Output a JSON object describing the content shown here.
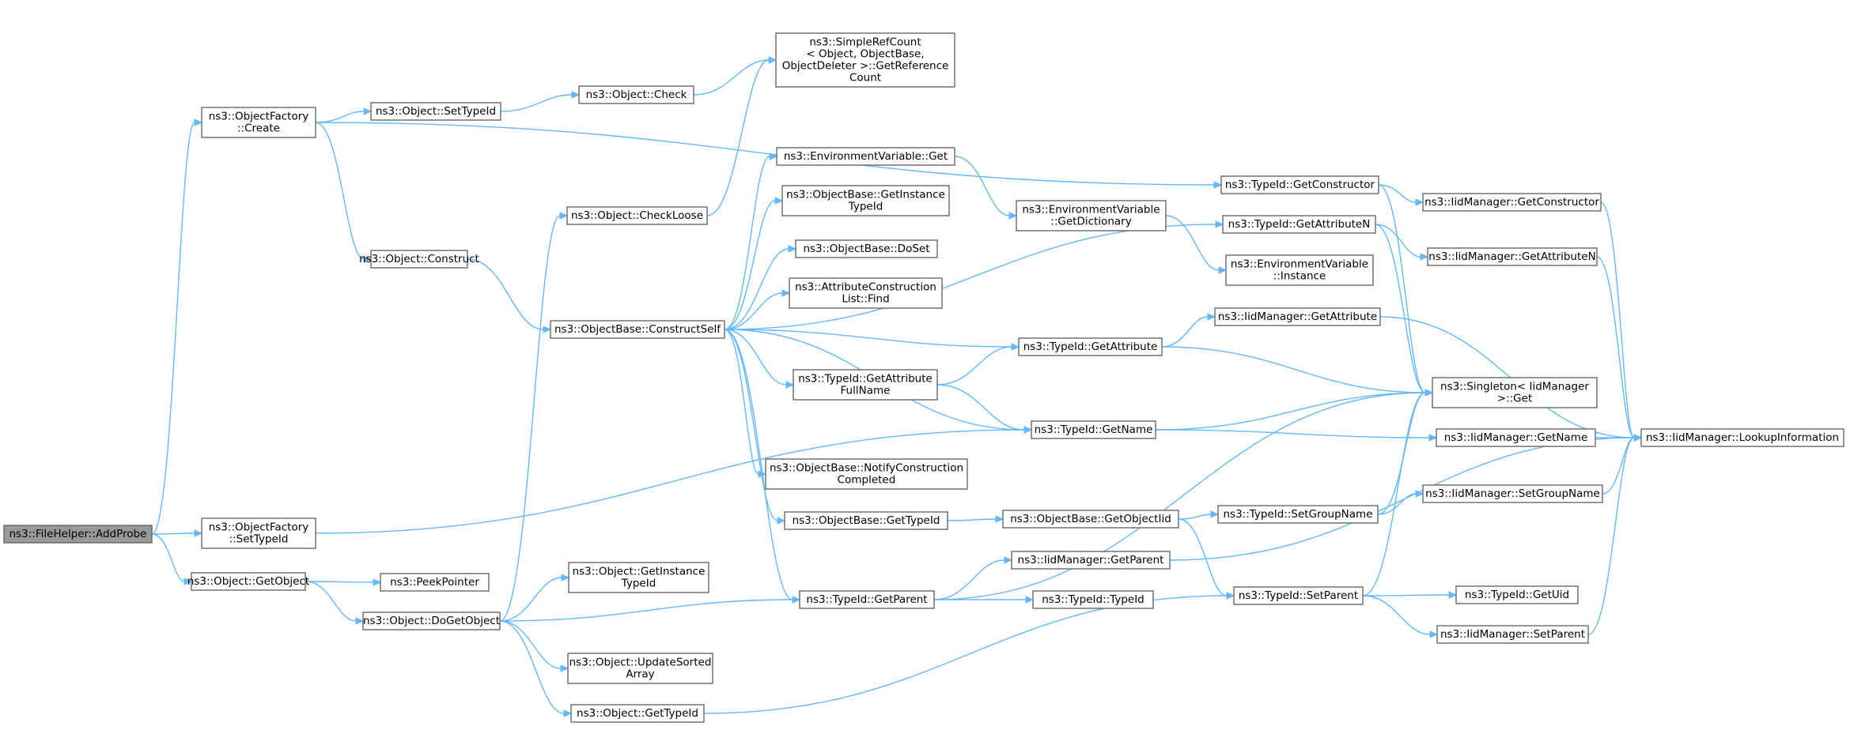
{
  "diagram": {
    "type": "call-graph",
    "colors": {
      "edge": "#63b8ff",
      "node_border": "#666666",
      "node_fill": "#ffffff",
      "root_fill": "#999999"
    },
    "nodes": [
      {
        "id": "addprobe",
        "lines": [
          "ns3::FileHelper::AddProbe"
        ],
        "root": true
      },
      {
        "id": "of_create",
        "lines": [
          "ns3::ObjectFactory",
          "::Create"
        ]
      },
      {
        "id": "of_settypeid",
        "lines": [
          "ns3::ObjectFactory",
          "::SetTypeId"
        ]
      },
      {
        "id": "obj_getobject",
        "lines": [
          "ns3::Object::GetObject"
        ]
      },
      {
        "id": "obj_settypeid",
        "lines": [
          "ns3::Object::SetTypeId"
        ]
      },
      {
        "id": "obj_construct",
        "lines": [
          "ns3::Object::Construct"
        ]
      },
      {
        "id": "peekpointer",
        "lines": [
          "ns3::PeekPointer"
        ]
      },
      {
        "id": "obj_dogetobject",
        "lines": [
          "ns3::Object::DoGetObject"
        ]
      },
      {
        "id": "obj_check",
        "lines": [
          "ns3::Object::Check"
        ]
      },
      {
        "id": "obj_checkloose",
        "lines": [
          "ns3::Object::CheckLoose"
        ]
      },
      {
        "id": "ob_constructself",
        "lines": [
          "ns3::ObjectBase::ConstructSelf"
        ]
      },
      {
        "id": "obj_getinstancetypeid",
        "lines": [
          "ns3::Object::GetInstance",
          "TypeId"
        ]
      },
      {
        "id": "obj_updatesortedarray",
        "lines": [
          "ns3::Object::UpdateSorted",
          "Array"
        ]
      },
      {
        "id": "obj_gettypeid",
        "lines": [
          "ns3::Object::GetTypeId"
        ]
      },
      {
        "id": "simplerefcount",
        "lines": [
          "ns3::SimpleRefCount",
          "< Object, ObjectBase,",
          "ObjectDeleter >::GetReference",
          "Count"
        ]
      },
      {
        "id": "envvar_get",
        "lines": [
          "ns3::EnvironmentVariable::Get"
        ]
      },
      {
        "id": "ob_getinstancetypeid",
        "lines": [
          "ns3::ObjectBase::GetInstance",
          "TypeId"
        ]
      },
      {
        "id": "ob_doset",
        "lines": [
          "ns3::ObjectBase::DoSet"
        ]
      },
      {
        "id": "acl_find",
        "lines": [
          "ns3::AttributeConstruction",
          "List::Find"
        ]
      },
      {
        "id": "tid_getattributefullname",
        "lines": [
          "ns3::TypeId::GetAttribute",
          "FullName"
        ]
      },
      {
        "id": "ob_notifyconstructioncompleted",
        "lines": [
          "ns3::ObjectBase::NotifyConstruction",
          "Completed"
        ]
      },
      {
        "id": "ob_gettypeid",
        "lines": [
          "ns3::ObjectBase::GetTypeId"
        ]
      },
      {
        "id": "tid_getparent",
        "lines": [
          "ns3::TypeId::GetParent"
        ]
      },
      {
        "id": "envvar_getdictionary",
        "lines": [
          "ns3::EnvironmentVariable",
          "::GetDictionary"
        ]
      },
      {
        "id": "tid_getattribute",
        "lines": [
          "ns3::TypeId::GetAttribute"
        ]
      },
      {
        "id": "tid_getname",
        "lines": [
          "ns3::TypeId::GetName"
        ]
      },
      {
        "id": "ob_getobjectiid",
        "lines": [
          "ns3::ObjectBase::GetObjectIid"
        ]
      },
      {
        "id": "iid_getparent",
        "lines": [
          "ns3::IidManager::GetParent"
        ]
      },
      {
        "id": "tid_typeid",
        "lines": [
          "ns3::TypeId::TypeId"
        ]
      },
      {
        "id": "tid_getconstructor",
        "lines": [
          "ns3::TypeId::GetConstructor"
        ]
      },
      {
        "id": "tid_getattributen",
        "lines": [
          "ns3::TypeId::GetAttributeN"
        ]
      },
      {
        "id": "envvar_instance",
        "lines": [
          "ns3::EnvironmentVariable",
          "::Instance"
        ]
      },
      {
        "id": "iid_getattribute",
        "lines": [
          "ns3::IidManager::GetAttribute"
        ]
      },
      {
        "id": "tid_setgroupname",
        "lines": [
          "ns3::TypeId::SetGroupName"
        ]
      },
      {
        "id": "tid_setparent",
        "lines": [
          "ns3::TypeId::SetParent"
        ]
      },
      {
        "id": "iid_getconstructor",
        "lines": [
          "ns3::IidManager::GetConstructor"
        ]
      },
      {
        "id": "iid_getattributen",
        "lines": [
          "ns3::IidManager::GetAttributeN"
        ]
      },
      {
        "id": "singleton_get",
        "lines": [
          "ns3::Singleton< IidManager",
          " >::Get"
        ]
      },
      {
        "id": "iid_getname",
        "lines": [
          "ns3::IidManager::GetName"
        ]
      },
      {
        "id": "iid_setgroupname",
        "lines": [
          "ns3::IidManager::SetGroupName"
        ]
      },
      {
        "id": "tid_getuid",
        "lines": [
          "ns3::TypeId::GetUid"
        ]
      },
      {
        "id": "iid_setparent",
        "lines": [
          "ns3::IidManager::SetParent"
        ]
      },
      {
        "id": "iid_lookupinformation",
        "lines": [
          "ns3::IidManager::LookupInformation"
        ]
      }
    ],
    "edges": [
      {
        "from": "addprobe",
        "to": "of_create"
      },
      {
        "from": "addprobe",
        "to": "of_settypeid"
      },
      {
        "from": "addprobe",
        "to": "obj_getobject"
      },
      {
        "from": "of_create",
        "to": "obj_settypeid"
      },
      {
        "from": "of_create",
        "to": "obj_construct"
      },
      {
        "from": "of_create",
        "to": "tid_getconstructor"
      },
      {
        "from": "of_settypeid",
        "to": "tid_getname"
      },
      {
        "from": "obj_getobject",
        "to": "peekpointer"
      },
      {
        "from": "obj_getobject",
        "to": "obj_dogetobject"
      },
      {
        "from": "obj_settypeid",
        "to": "obj_check"
      },
      {
        "from": "obj_check",
        "to": "simplerefcount"
      },
      {
        "from": "obj_checkloose",
        "to": "simplerefcount"
      },
      {
        "from": "obj_construct",
        "to": "ob_constructself"
      },
      {
        "from": "obj_dogetobject",
        "to": "obj_checkloose"
      },
      {
        "from": "obj_dogetobject",
        "to": "obj_getinstancetypeid"
      },
      {
        "from": "obj_dogetobject",
        "to": "tid_getparent"
      },
      {
        "from": "obj_dogetobject",
        "to": "obj_updatesortedarray"
      },
      {
        "from": "obj_dogetobject",
        "to": "obj_gettypeid"
      },
      {
        "from": "ob_constructself",
        "to": "envvar_get"
      },
      {
        "from": "ob_constructself",
        "to": "ob_getinstancetypeid"
      },
      {
        "from": "ob_constructself",
        "to": "ob_doset"
      },
      {
        "from": "ob_constructself",
        "to": "acl_find"
      },
      {
        "from": "ob_constructself",
        "to": "tid_getattribute"
      },
      {
        "from": "ob_constructself",
        "to": "tid_getattributefullname"
      },
      {
        "from": "ob_constructself",
        "to": "tid_getname"
      },
      {
        "from": "ob_constructself",
        "to": "ob_notifyconstructioncompleted"
      },
      {
        "from": "ob_constructself",
        "to": "ob_gettypeid"
      },
      {
        "from": "ob_constructself",
        "to": "tid_getparent"
      },
      {
        "from": "ob_constructself",
        "to": "tid_getattributen"
      },
      {
        "from": "obj_gettypeid",
        "to": "tid_setparent"
      },
      {
        "from": "envvar_get",
        "to": "envvar_getdictionary"
      },
      {
        "from": "envvar_getdictionary",
        "to": "envvar_instance"
      },
      {
        "from": "tid_getattributefullname",
        "to": "tid_getattribute"
      },
      {
        "from": "tid_getattributefullname",
        "to": "tid_getname"
      },
      {
        "from": "ob_gettypeid",
        "to": "ob_getobjectiid"
      },
      {
        "from": "tid_getparent",
        "to": "iid_getparent"
      },
      {
        "from": "tid_getparent",
        "to": "tid_typeid"
      },
      {
        "from": "tid_getparent",
        "to": "singleton_get"
      },
      {
        "from": "tid_getattribute",
        "to": "iid_getattribute"
      },
      {
        "from": "tid_getattribute",
        "to": "singleton_get"
      },
      {
        "from": "tid_getname",
        "to": "singleton_get"
      },
      {
        "from": "tid_getname",
        "to": "iid_getname"
      },
      {
        "from": "ob_getobjectiid",
        "to": "tid_setgroupname"
      },
      {
        "from": "ob_getobjectiid",
        "to": "tid_setparent"
      },
      {
        "from": "iid_getparent",
        "to": "iid_lookupinformation"
      },
      {
        "from": "tid_getconstructor",
        "to": "iid_getconstructor"
      },
      {
        "from": "tid_getconstructor",
        "to": "singleton_get"
      },
      {
        "from": "tid_getattributen",
        "to": "iid_getattributen"
      },
      {
        "from": "tid_getattributen",
        "to": "singleton_get"
      },
      {
        "from": "iid_getattribute",
        "to": "iid_lookupinformation"
      },
      {
        "from": "tid_setgroupname",
        "to": "singleton_get"
      },
      {
        "from": "tid_setgroupname",
        "to": "iid_setgroupname"
      },
      {
        "from": "tid_setparent",
        "to": "singleton_get"
      },
      {
        "from": "tid_setparent",
        "to": "tid_getuid"
      },
      {
        "from": "tid_setparent",
        "to": "iid_setparent"
      },
      {
        "from": "iid_getconstructor",
        "to": "iid_lookupinformation"
      },
      {
        "from": "iid_getattributen",
        "to": "iid_lookupinformation"
      },
      {
        "from": "iid_getname",
        "to": "iid_lookupinformation"
      },
      {
        "from": "iid_setgroupname",
        "to": "iid_lookupinformation"
      },
      {
        "from": "iid_setparent",
        "to": "iid_lookupinformation"
      }
    ]
  }
}
